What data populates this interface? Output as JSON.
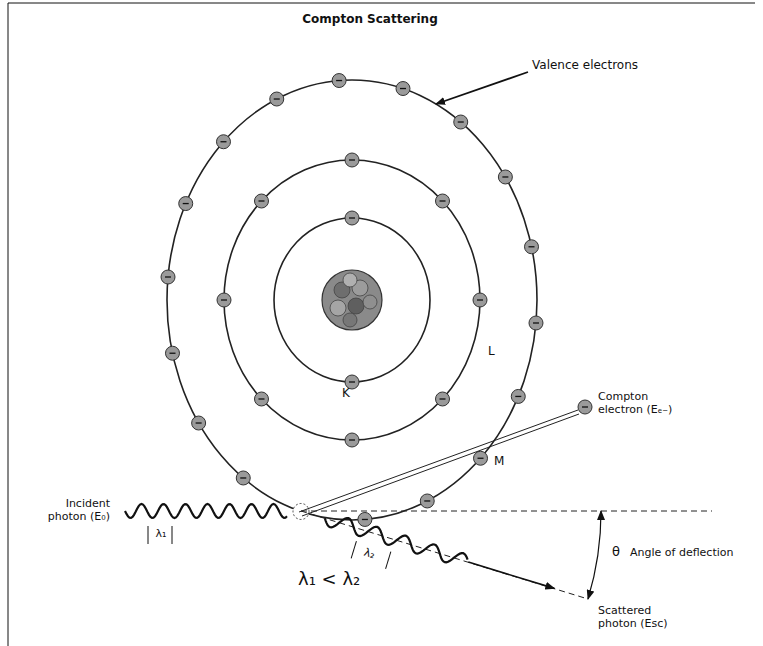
{
  "diagram": {
    "title": "Compton Scattering",
    "labels": [
      "Valence electrons",
      "K",
      "L",
      "M",
      "Compton electron (Eₑ₋)",
      "Incident photon (E₀)",
      "λ₁",
      "θ",
      "Angle of deflection",
      "λ₁ < λ₂",
      "λ₂",
      "Scattered photon (Esc)"
    ]
  }
}
